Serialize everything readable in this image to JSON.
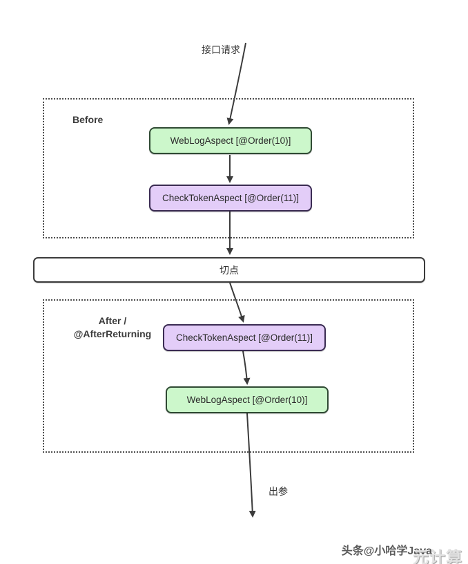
{
  "diagram": {
    "title_hint": "AOP aspect order flow",
    "input_label": "接口请求",
    "output_label": "出参",
    "pointcut": {
      "label": "切点"
    },
    "before_section": {
      "label": "Before",
      "nodes": [
        {
          "id": "weblog-before",
          "label": "WebLogAspect [@Order(10)]",
          "color": "#ccf7cb"
        },
        {
          "id": "checktoken-before",
          "label": "CheckTokenAspect [@Order(11)]",
          "color": "#e3cdf8"
        }
      ]
    },
    "after_section": {
      "label_line1": "After /",
      "label_line2": "@AfterReturning",
      "nodes": [
        {
          "id": "checktoken-after",
          "label": "CheckTokenAspect [@Order(11)]",
          "color": "#e3cdf8"
        },
        {
          "id": "weblog-after",
          "label": "WebLogAspect [@Order(10)]",
          "color": "#ccf7cb"
        }
      ]
    },
    "watermark": {
      "author": "头条@小哈学Java",
      "overlay": "元计算"
    },
    "colors": {
      "green_fill": "#ccf7cb",
      "green_border": "#2f4a33",
      "purple_fill": "#e3cdf8",
      "purple_border": "#3a2b52",
      "line": "#3b3b3b",
      "dotted_border": "#4d4d4d"
    }
  }
}
